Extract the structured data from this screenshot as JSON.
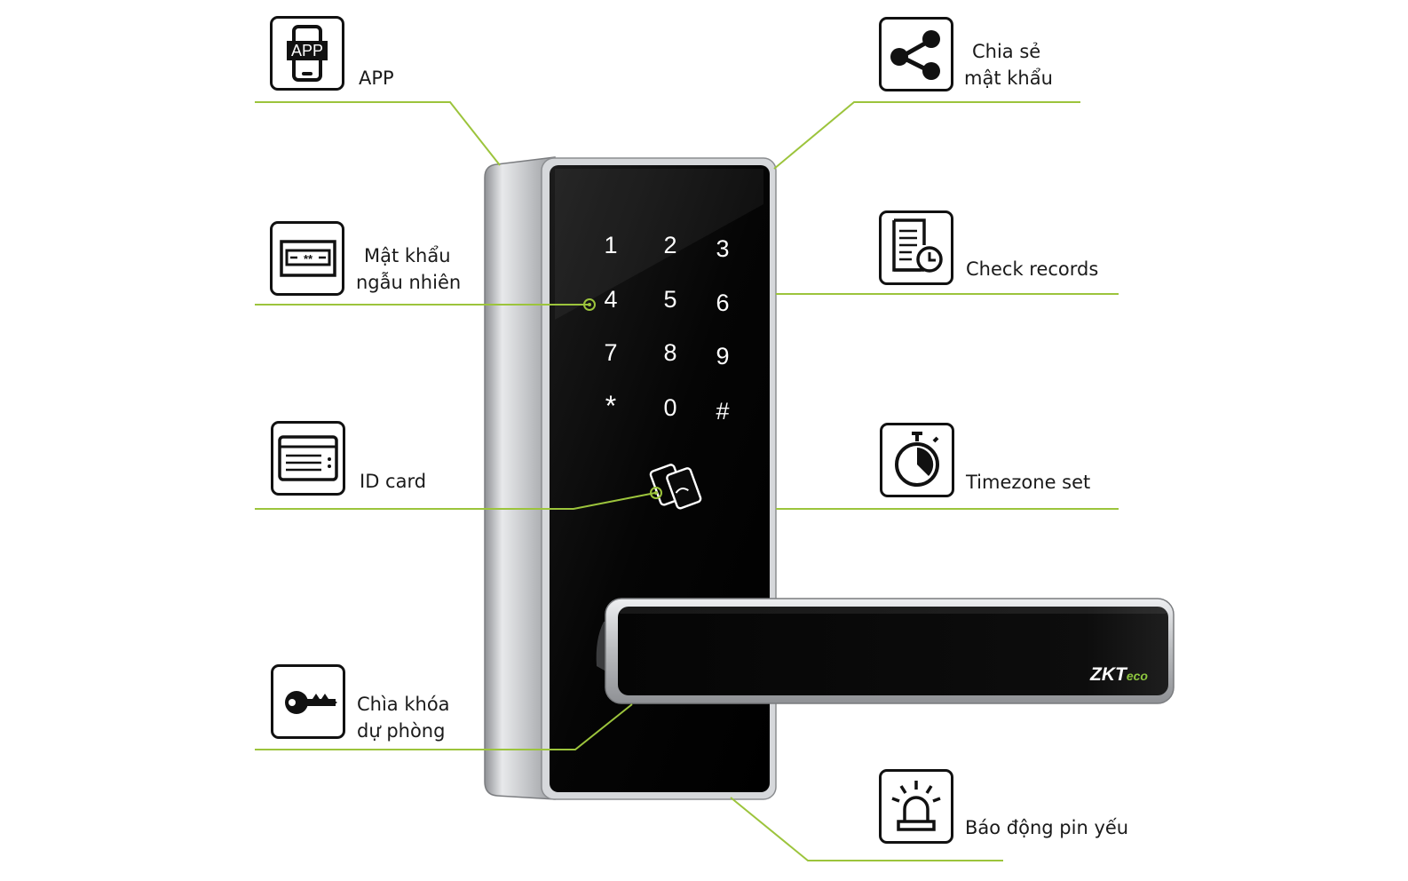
{
  "brand": {
    "logo_text": "ZKTeco",
    "logo_main": "ZKT",
    "logo_sub": "eco",
    "accent_color": "#8dc63f"
  },
  "colors": {
    "leader_line": "#9cc43c",
    "lock_body": "#0a0a0a",
    "lock_frame": "#c9cbce"
  },
  "keypad": {
    "keys": [
      "1",
      "2",
      "3",
      "4",
      "5",
      "6",
      "7",
      "8",
      "9",
      "*",
      "0",
      "#"
    ]
  },
  "features": {
    "app": {
      "icon": "phone-app-icon",
      "icon_text": "APP",
      "label_lines": [
        "APP"
      ]
    },
    "random_password": {
      "icon": "password-card-icon",
      "icon_text": "**",
      "label_lines": [
        "Mật khẩu",
        "ngẫu nhiên"
      ]
    },
    "id_card": {
      "icon": "id-card-icon",
      "label_lines": [
        "ID card"
      ]
    },
    "backup_key": {
      "icon": "key-icon",
      "label_lines": [
        "Chìa khóa",
        "dự phòng"
      ]
    },
    "share_password": {
      "icon": "share-icon",
      "label_lines": [
        "Chia sẻ",
        "mật khẩu"
      ]
    },
    "check_records": {
      "icon": "document-clock-icon",
      "label_lines": [
        "Check records"
      ]
    },
    "timezone_set": {
      "icon": "stopwatch-icon",
      "label_lines": [
        "Timezone set"
      ]
    },
    "low_battery_alarm": {
      "icon": "alarm-light-icon",
      "label_lines": [
        "Báo động pin yếu"
      ]
    }
  }
}
